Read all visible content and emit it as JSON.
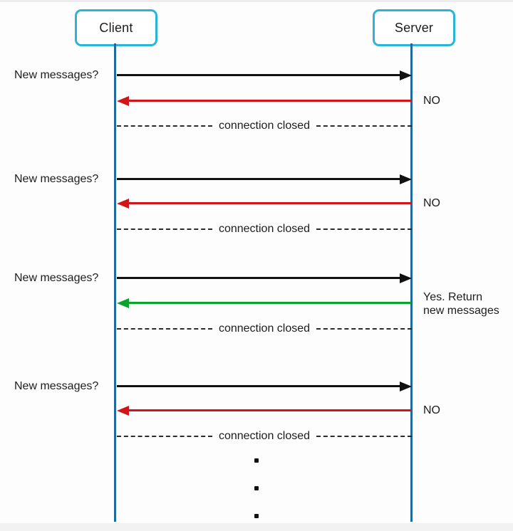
{
  "diagram": {
    "actors": [
      {
        "label": "Client"
      },
      {
        "label": "Server"
      }
    ],
    "exchanges": [
      {
        "request": "New messages?",
        "response_lines": [
          "NO"
        ],
        "response_type": "no",
        "status": "connection closed"
      },
      {
        "request": "New messages?",
        "response_lines": [
          "NO"
        ],
        "response_type": "no",
        "status": "connection closed"
      },
      {
        "request": "New messages?",
        "response_lines": [
          "Yes. Return",
          "new messages"
        ],
        "response_type": "yes",
        "status": "connection closed"
      },
      {
        "request": "New messages?",
        "response_lines": [
          "NO"
        ],
        "response_type": "no",
        "status": "connection closed"
      }
    ],
    "continuation_dots": 3
  },
  "colors": {
    "background": "#fdfdfd",
    "text": "#1c1c1c",
    "actor_border": "#2ab4d6",
    "lifeline": "#1f6b9d",
    "request_arrow": "#111111",
    "response_no": "#d01418",
    "response_yes": "#0aa32b"
  }
}
